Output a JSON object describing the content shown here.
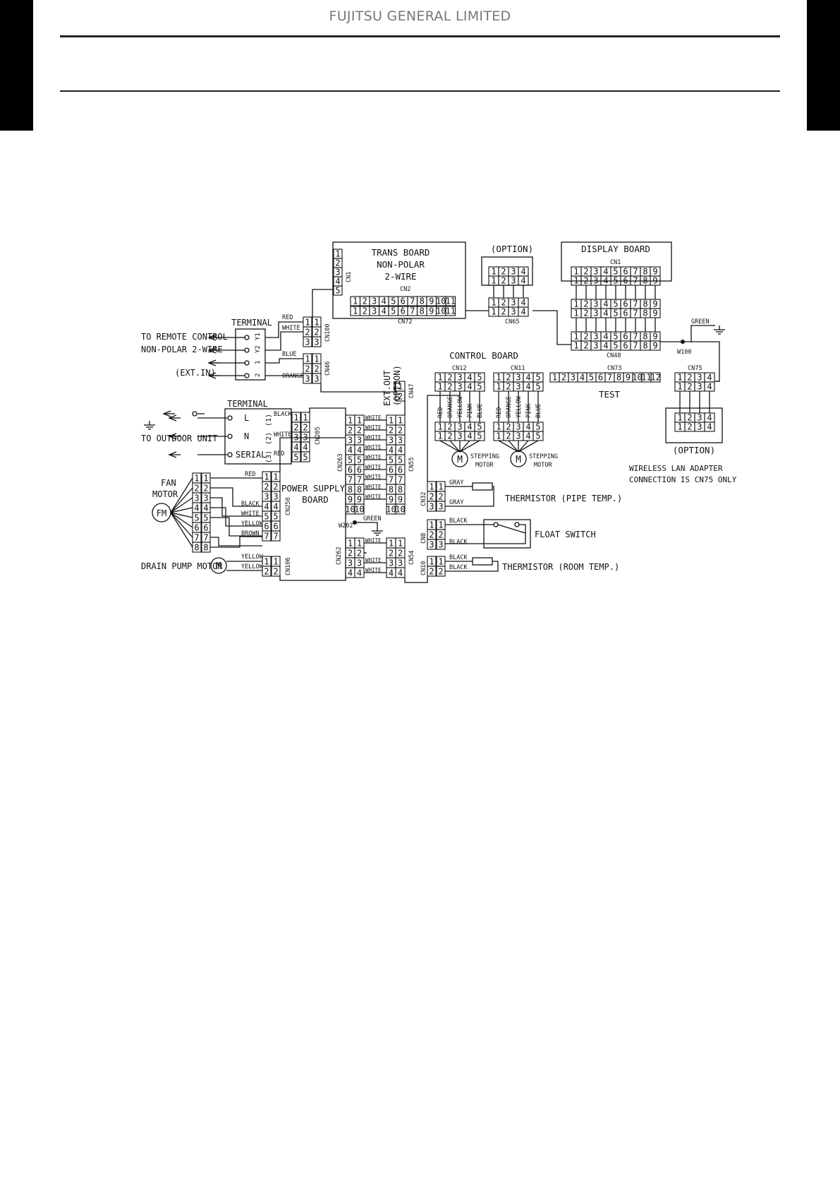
{
  "header": {
    "company": "FUJITSU GENERAL LIMITED"
  },
  "labels": {
    "trans_board_1": "TRANS BOARD",
    "trans_board_2": "NON-POLAR",
    "trans_board_3": "2-WIRE",
    "option_top": "(OPTION)",
    "display_board": "DISPLAY BOARD",
    "cn1_display": "CN1",
    "cn1_trans": "CN1",
    "cn2": "CN2",
    "cn72": "CN72",
    "cn65": "CN65",
    "cn48": "CN48",
    "cn73": "CN73",
    "cn75": "CN75",
    "cn12": "CN12",
    "cn11": "CN11",
    "cn100": "CN100",
    "cn46": "CN46",
    "cn47": "CN47",
    "cn205": "CN205",
    "cn263": "CN263",
    "cn55": "CN55",
    "cn250": "CN250",
    "cn262": "CN262",
    "cn54": "CN54",
    "cn32": "CN32",
    "cn8": "CN8",
    "cn10": "CN10",
    "cn106": "CN106",
    "w100": "W100",
    "w202": "W202",
    "green_top": "GREEN",
    "green_mid": "GREEN",
    "terminal_1": "TERMINAL",
    "terminal_2": "TERMINAL",
    "remote_1": "TO REMOTE CONTROL",
    "remote_2": "NON-POLAR 2-WIRE",
    "ext_in": "(EXT.IN)",
    "to_outdoor": "TO OUTDOOR UNIT",
    "term_y1": "Y1",
    "term_y2": "Y2",
    "term_1": "1",
    "term_2": "2",
    "term_l": "L",
    "term_n": "N",
    "term_serial": "SERIAL",
    "term_p1": "(1)",
    "term_p2": "(2)",
    "term_p3": "(3)",
    "control_board": "CONTROL BOARD",
    "test": "TEST",
    "ext_out_1": "EXT.OUT",
    "ext_out_2": "(OPTION)",
    "option_wlan": "(OPTION)",
    "wlan_1": "WIRELESS LAN ADAPTER",
    "wlan_2": "CONNECTION IS CN75 ONLY",
    "power_supply_1": "POWER SUPPLY",
    "power_supply_2": "BOARD",
    "fan_1": "FAN",
    "fan_2": "MOTOR",
    "fm": "FM",
    "drain_pump": "DRAIN PUMP MOTOR",
    "m": "M",
    "stepping_1": "STEPPING",
    "stepping_2": "MOTOR",
    "thermistor_pipe": "THERMISTOR (PIPE TEMP.)",
    "float_switch": "FLOAT SWITCH",
    "thermistor_room": "THERMISTOR (ROOM TEMP.)"
  },
  "wires": {
    "red": "RED",
    "white": "WHITE",
    "blue": "BLUE",
    "orange": "ORANGE",
    "black": "BLACK",
    "yellow": "YELLOW",
    "brown": "BROWN",
    "gray": "GRAY",
    "pink": "PINK",
    "green": "GREEN"
  },
  "wire_lists": {
    "stepping": [
      "RED",
      "ORANGE",
      "YELLOW",
      "PINK",
      "BLUE"
    ],
    "fan_motor": [
      "RED",
      "",
      "",
      "BLACK",
      "WHITE",
      "YELLOW",
      "BROWN"
    ]
  }
}
